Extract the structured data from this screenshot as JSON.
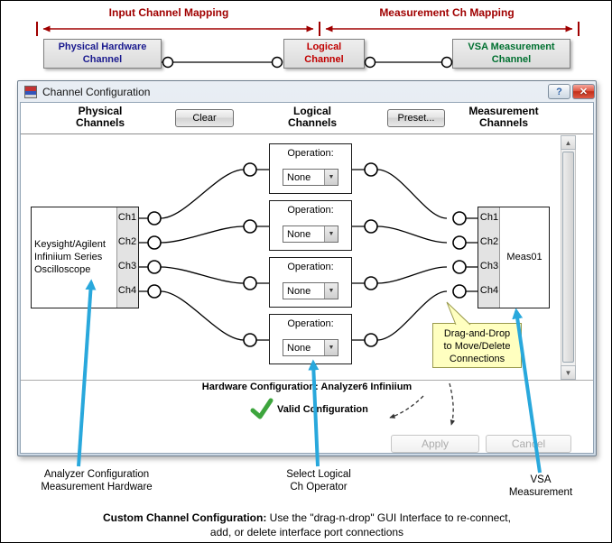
{
  "icons": {
    "help": "?",
    "close": "✕",
    "dropdown_arrow": "▼",
    "scroll_up": "▲",
    "scroll_down": "▼"
  },
  "colors": {
    "mapping_heading": "#A00000",
    "physical_text": "#1B1B8F",
    "logical_text": "#C00000",
    "vsa_text": "#007030",
    "annotation_arrow": "#29A8DC",
    "valid_green": "#3DA53D",
    "tooltip_bg": "#FFFFC0"
  },
  "top_diagram": {
    "input_mapping_label": "Input Channel Mapping",
    "measurement_mapping_label": "Measurement Ch Mapping",
    "physical_box": "Physical Hardware\nChannel",
    "logical_box": "Logical\nChannel",
    "vsa_box": "VSA Measurement\nChannel"
  },
  "dialog": {
    "title": "Channel Configuration",
    "columns": {
      "physical": "Physical\nChannels",
      "logical": "Logical\nChannels",
      "measurement": "Measurement\nChannels"
    },
    "clear_button": "Clear",
    "preset_button": "Preset...",
    "hardware_box": {
      "label": "Keysight/Agilent\nInfiniium Series\nOscilloscope",
      "channels": [
        "Ch1",
        "Ch2",
        "Ch3",
        "Ch4"
      ]
    },
    "operations": [
      {
        "label": "Operation:",
        "value": "None"
      },
      {
        "label": "Operation:",
        "value": "None"
      },
      {
        "label": "Operation:",
        "value": "None"
      },
      {
        "label": "Operation:",
        "value": "None"
      }
    ],
    "measurement_box": {
      "channels": [
        "Ch1",
        "Ch2",
        "Ch3",
        "Ch4"
      ],
      "name": "Meas01"
    },
    "tooltip": "Drag-and-Drop\nto Move/Delete\nConnections",
    "hardware_config": "Hardware Configuration: Analyzer6 Infiniium",
    "valid_config": "Valid Configuration",
    "apply_button": "Apply",
    "cancel_button": "Cancel"
  },
  "annotations": {
    "analyzer": "Analyzer Configuration\nMeasurement Hardware",
    "logical_operator": "Select Logical\nCh Operator",
    "vsa": "VSA\nMeasurement"
  },
  "caption": {
    "bold": "Custom Channel Configuration:",
    "line1_rest": " Use the \"drag-n-drop\" GUI Interface to re-connect,",
    "line2": "add, or delete interface port connections"
  }
}
